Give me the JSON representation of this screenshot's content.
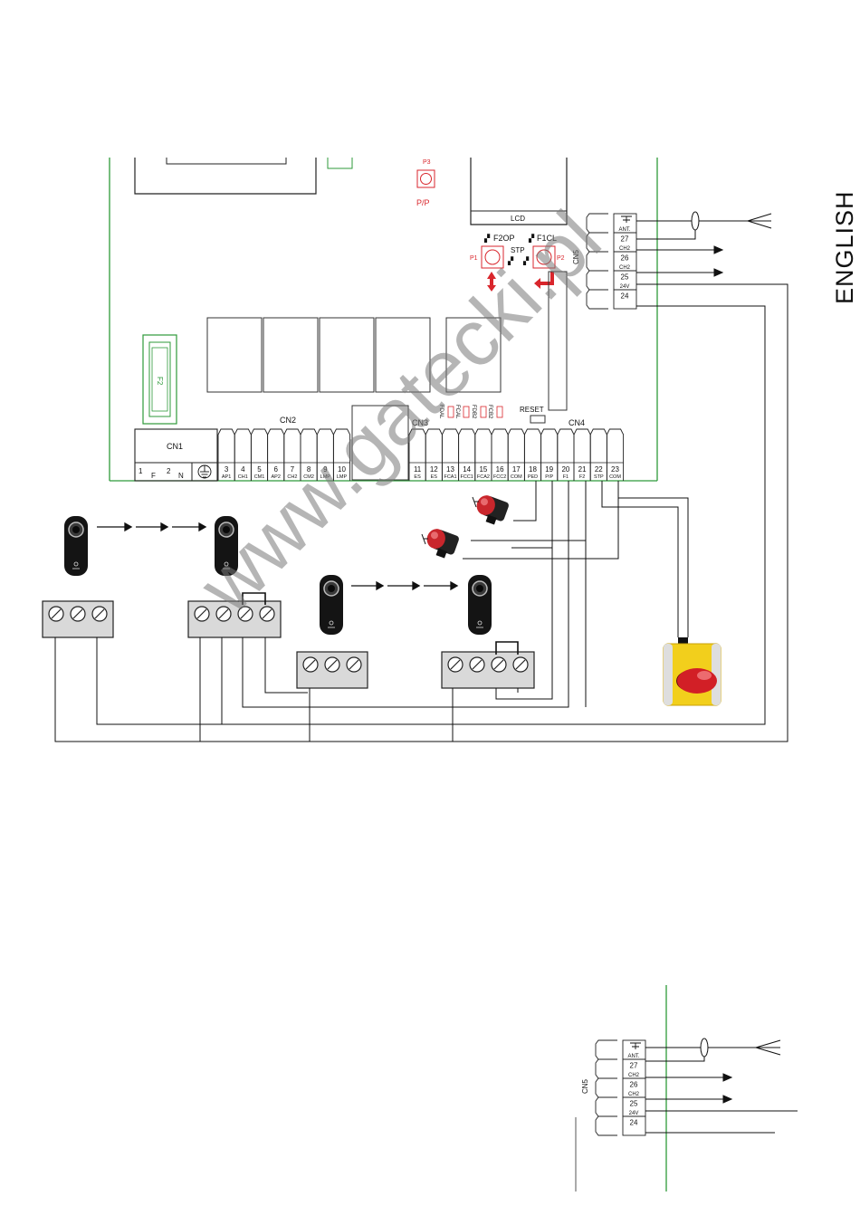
{
  "language_tab": "ENGLISH",
  "watermark": "www.gatecki.pl",
  "board": {
    "p3_label": "P3",
    "pp_label": "P/P",
    "lcd_label": "LCD",
    "f2op_label": "F2OP",
    "f1cl_label": "F1CL",
    "stp_label": "STP",
    "p1_label": "P1",
    "p2_label": "P2",
    "fuse_label": "F2",
    "reset_label": "RESET",
    "cn1_label": "CN1",
    "cn2_label": "CN2",
    "cn3_label": "CN3",
    "cn4_label": "CN4",
    "cn5_label": "CN5",
    "fdal_label": "FDAL",
    "fcal_label": "FCAL",
    "fdb2_label": "FDB2",
    "fcb2_label": "FCB2"
  },
  "cn1_terminals": [
    {
      "num": "1",
      "name": "F"
    },
    {
      "num": "2",
      "name": "N"
    }
  ],
  "terminals": [
    {
      "num": "3",
      "name": "AP1"
    },
    {
      "num": "4",
      "name": "CH1"
    },
    {
      "num": "5",
      "name": "CM1"
    },
    {
      "num": "6",
      "name": "AP2"
    },
    {
      "num": "7",
      "name": "CH2"
    },
    {
      "num": "8",
      "name": "CM2"
    },
    {
      "num": "9",
      "name": "LMP"
    },
    {
      "num": "10",
      "name": "LMP"
    },
    {
      "num": "11",
      "name": "ES"
    },
    {
      "num": "12",
      "name": "ES"
    },
    {
      "num": "13",
      "name": "FCA1"
    },
    {
      "num": "14",
      "name": "FCC1"
    },
    {
      "num": "15",
      "name": "FCA2"
    },
    {
      "num": "16",
      "name": "FCC2"
    },
    {
      "num": "17",
      "name": "COM"
    },
    {
      "num": "18",
      "name": "PED"
    },
    {
      "num": "19",
      "name": "P/P"
    },
    {
      "num": "20",
      "name": "F1"
    },
    {
      "num": "21",
      "name": "F2"
    },
    {
      "num": "22",
      "name": "STP"
    },
    {
      "num": "23",
      "name": "COM"
    }
  ],
  "cn5_terminals": [
    {
      "num": "",
      "name": "ANT."
    },
    {
      "num": "27",
      "name": "CH2"
    },
    {
      "num": "26",
      "name": "CH2"
    },
    {
      "num": "25",
      "name": "24V"
    },
    {
      "num": "24",
      "name": ""
    }
  ],
  "detail_cn5_label": "CN5",
  "detail_cn5_terminals": [
    {
      "num": "",
      "name": "ANT."
    },
    {
      "num": "27",
      "name": "CH2"
    },
    {
      "num": "26",
      "name": "CH2"
    },
    {
      "num": "25",
      "name": "24V"
    },
    {
      "num": "24",
      "name": ""
    }
  ],
  "colors": {
    "board_green": "#2e9a3a",
    "marking_red": "#d9262c",
    "stop_yellow": "#f2cf1c",
    "wire": "#111111"
  },
  "icons": [
    "photocell-transmitter-icon",
    "photocell-receiver-icon",
    "push-button-icon",
    "emergency-stop-icon",
    "antenna-icon",
    "arrow-right-icon"
  ]
}
